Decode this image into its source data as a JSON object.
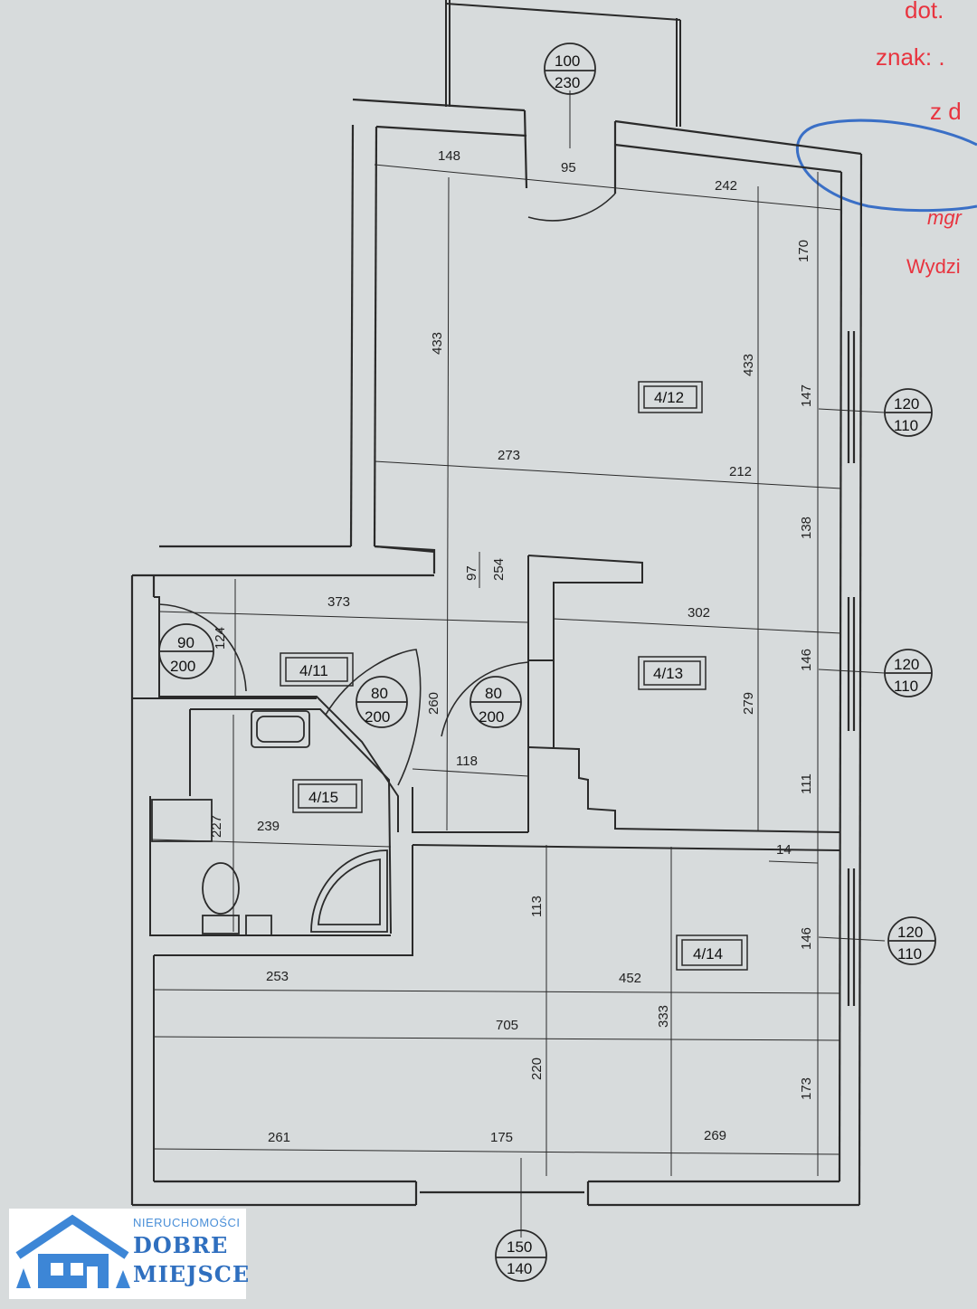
{
  "annotations": {
    "line1": "dot.",
    "line2": "znak: .",
    "line3": "z d",
    "line4": "mgr",
    "line5": "Wydzi"
  },
  "rooms": {
    "r412": "4/12",
    "r411": "4/11",
    "r413": "4/13",
    "r415": "4/15",
    "r414": "4/14"
  },
  "openings": {
    "balcony_door": {
      "top": "100",
      "bottom": "230"
    },
    "window_412": {
      "top": "120",
      "bottom": "110"
    },
    "window_413": {
      "top": "120",
      "bottom": "110"
    },
    "window_414": {
      "top": "120",
      "bottom": "110"
    },
    "window_bottom": {
      "top": "150",
      "bottom": "140"
    },
    "door_entrance": {
      "top": "90",
      "bottom": "200"
    },
    "door_bath": {
      "top": "80",
      "bottom": "200"
    },
    "door_413": {
      "top": "80",
      "bottom": "200"
    }
  },
  "dimensions": {
    "d148": "148",
    "d95": "95",
    "d242": "242",
    "d170": "170",
    "d433_left": "433",
    "d433_right": "433",
    "d147": "147",
    "d273": "273",
    "d212": "212",
    "d138": "138",
    "d97": "97",
    "d254": "254",
    "d373": "373",
    "d124": "124",
    "d302": "302",
    "d146_a": "146",
    "d260": "260",
    "d279": "279",
    "d118": "118",
    "d111": "111",
    "d227": "227",
    "d239": "239",
    "d14": "14",
    "d113": "113",
    "d146_b": "146",
    "d253": "253",
    "d452": "452",
    "d333": "333",
    "d705": "705",
    "d220": "220",
    "d173": "173",
    "d261": "261",
    "d175": "175",
    "d269": "269"
  },
  "logo": {
    "top": "NIERUCHOMOŚCI",
    "mid": "DOBRE",
    "bottom": "MIEJSCE"
  },
  "colors": {
    "paper": "#d7dbdc",
    "line": "#2a2a2a",
    "annotation_red": "#e8343f",
    "annotation_blue": "#3a6fc6",
    "logo_blue": "#2f6fbf"
  }
}
